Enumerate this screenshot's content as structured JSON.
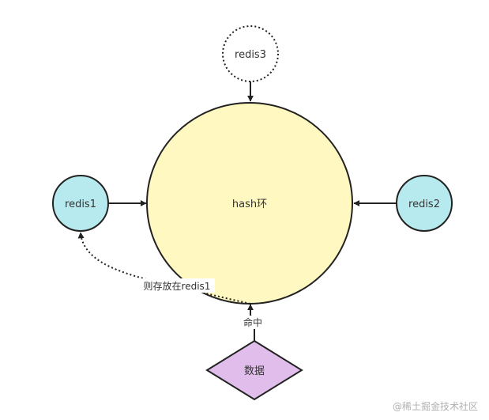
{
  "nodes": {
    "hash_ring": "hash环",
    "redis1": "redis1",
    "redis2": "redis2",
    "redis3": "redis3",
    "data": "数据"
  },
  "edges": {
    "store_label": "则存放在redis1",
    "hit_label": "命中"
  },
  "colors": {
    "ring_fill": "#fff8c0",
    "redis_fill": "#b7eaee",
    "data_fill": "#e0bdea",
    "stroke": "#222222"
  },
  "watermark": "@稀土掘金技术社区"
}
